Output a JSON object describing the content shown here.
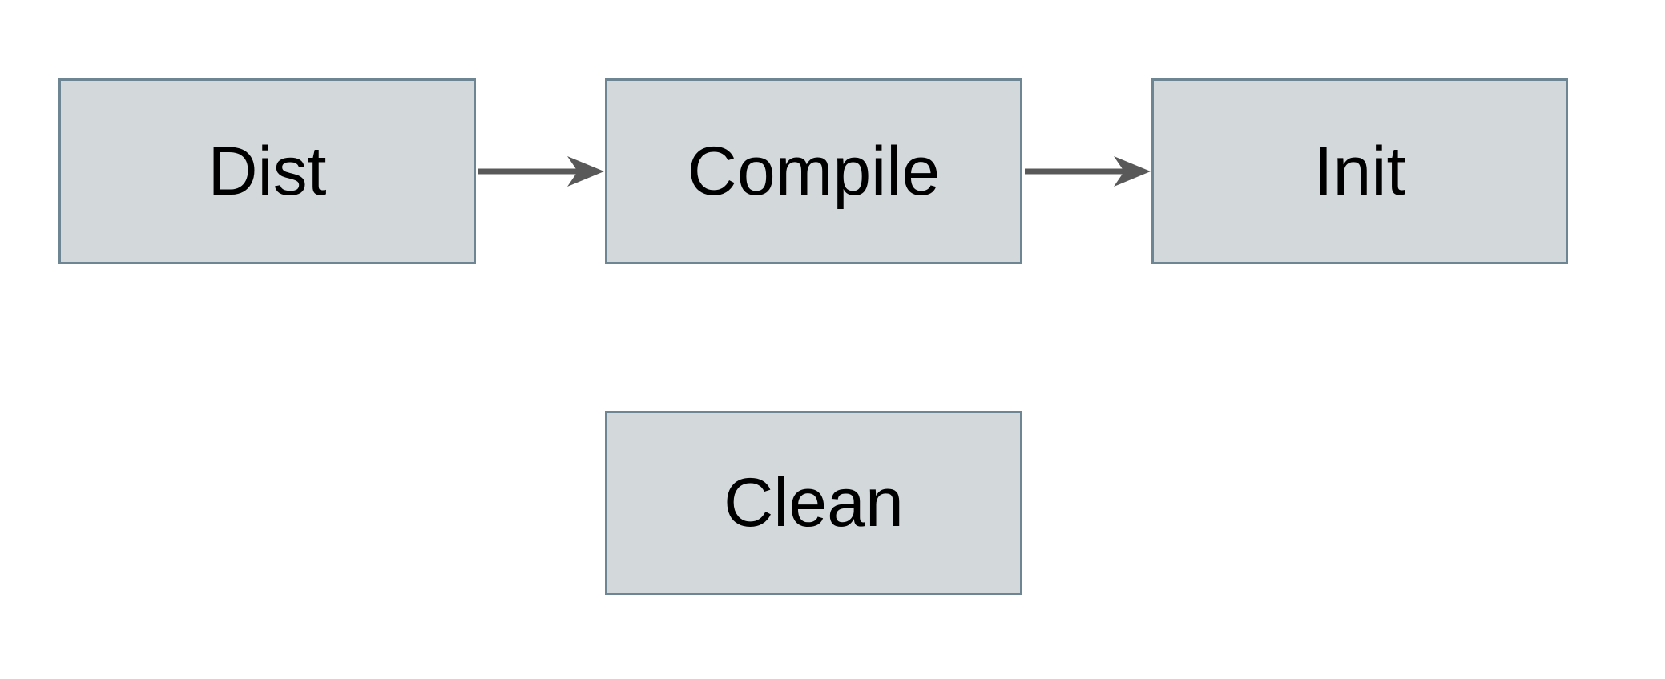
{
  "diagram": {
    "title": "build-tasks-flow",
    "background_color": "#ffffff",
    "node_fill_color": "#d3d9da",
    "node_border_color": "#6e8593",
    "arrow_color": "#595959",
    "text_color": "#000000",
    "nodes": [
      {
        "id": "dist",
        "label": "Dist"
      },
      {
        "id": "compile",
        "label": "Compile"
      },
      {
        "id": "init",
        "label": "Init"
      },
      {
        "id": "clean",
        "label": "Clean"
      }
    ],
    "edges": [
      {
        "from": "Dist",
        "to": "Compile"
      },
      {
        "from": "Compile",
        "to": "Init"
      }
    ]
  }
}
